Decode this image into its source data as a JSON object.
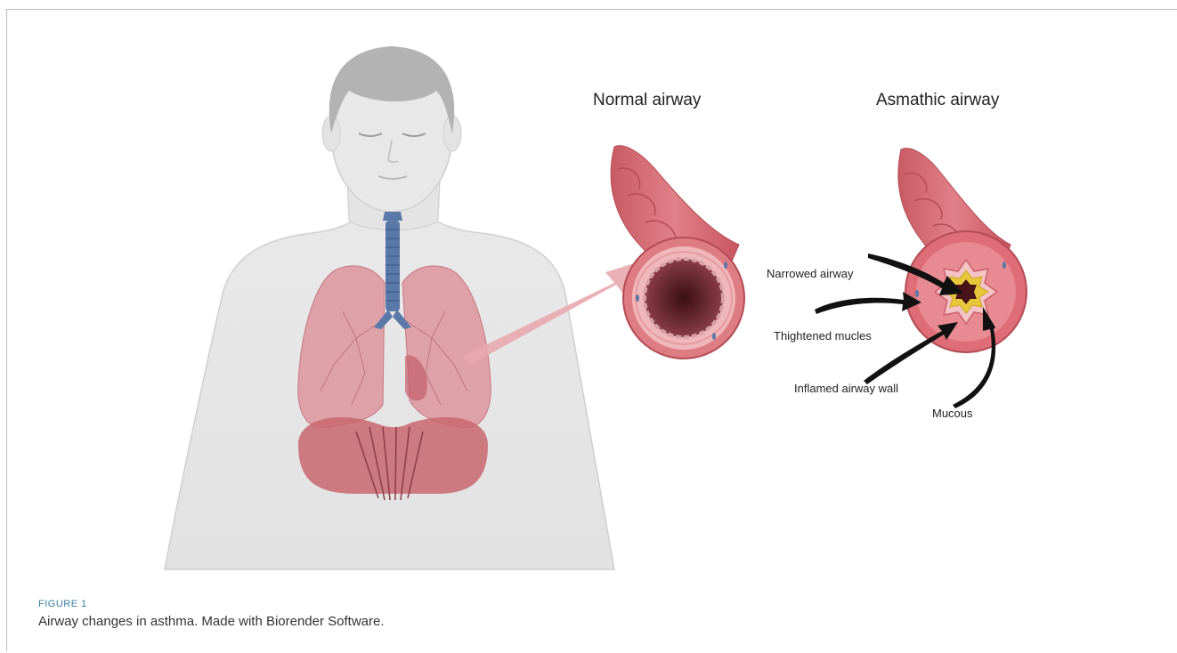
{
  "titles": {
    "normal": "Normal airway",
    "asthmatic": "Asmathic airway"
  },
  "labels": {
    "narrowed": "Narrowed airway",
    "thightened": "Thightened mucles",
    "inflamed": "Inflamed airway wall",
    "mucous": "Mucous"
  },
  "figure": {
    "number": "FIGURE 1",
    "caption": "Airway changes in asthma. Made with Biorender Software."
  },
  "colors": {
    "skin": "#e6e6e6",
    "hair": "#b3b3b3",
    "trachea": "#5a78a8",
    "lung": "#d98a92",
    "diaphragm": "#c9666f",
    "airway_wall": "#d9737a",
    "lumen": "#5a1f24",
    "mucous": "#e8c83a"
  }
}
